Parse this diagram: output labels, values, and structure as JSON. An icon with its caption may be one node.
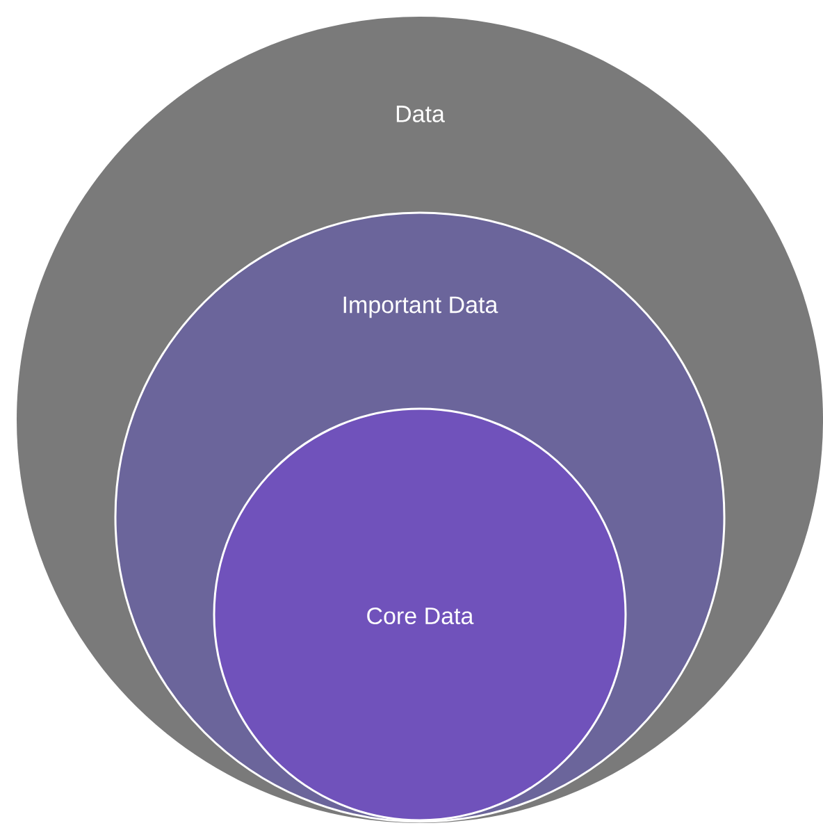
{
  "diagram": {
    "nodes": [
      {
        "text": [
          "Data"
        ]
      },
      {
        "text": [
          "Important Data"
        ],
        "in": 0
      },
      {
        "text": [
          "Core Data"
        ],
        "in": 1
      }
    ]
  }
}
